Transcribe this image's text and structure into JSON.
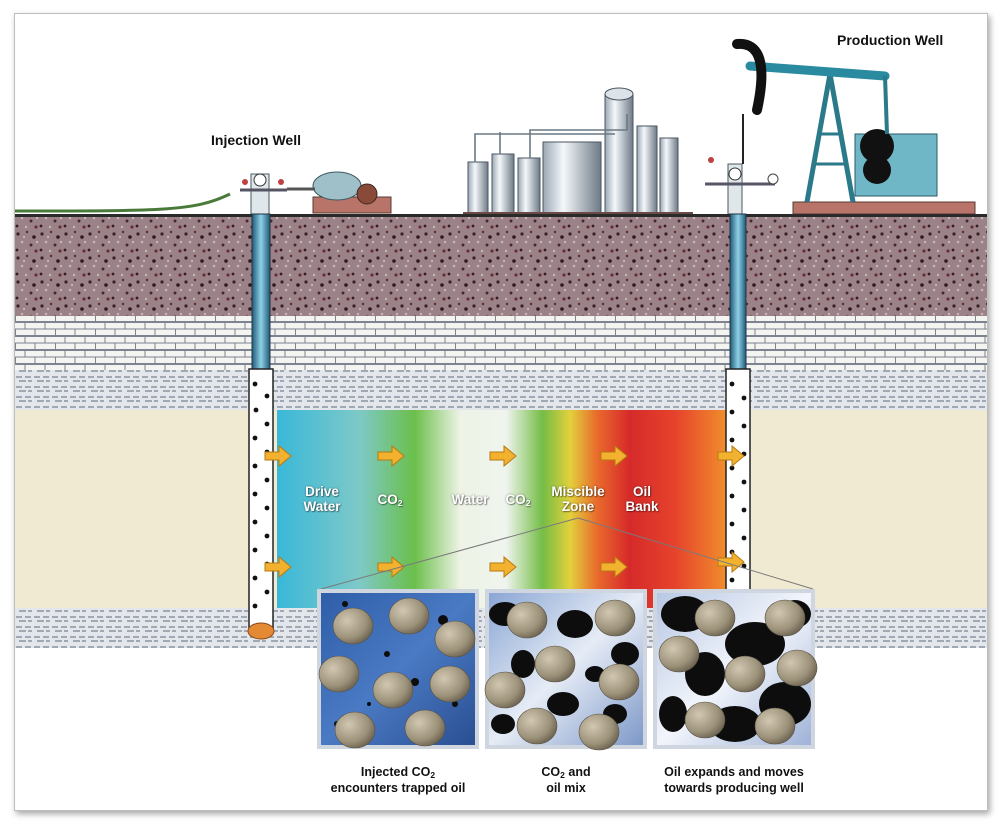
{
  "labels": {
    "injection_well": "Injection Well",
    "production_well": "Production Well"
  },
  "zones": [
    {
      "line1": "Drive",
      "line2": "Water"
    },
    {
      "base": "CO",
      "sub": "2"
    },
    {
      "line1": "Water"
    },
    {
      "base": "CO",
      "sub": "2"
    },
    {
      "line1": "Miscible",
      "line2": "Zone"
    },
    {
      "line1": "Oil",
      "line2": "Bank"
    }
  ],
  "captions": [
    {
      "line1_pre": "Injected CO",
      "line1_sub": "2",
      "line2": "encounters trapped oil"
    },
    {
      "line1_pre": "CO",
      "line1_sub": "2",
      "line1_post": " and",
      "line2": "oil mix"
    },
    {
      "line1": "Oil expands and moves",
      "line2": "towards producing well"
    }
  ]
}
